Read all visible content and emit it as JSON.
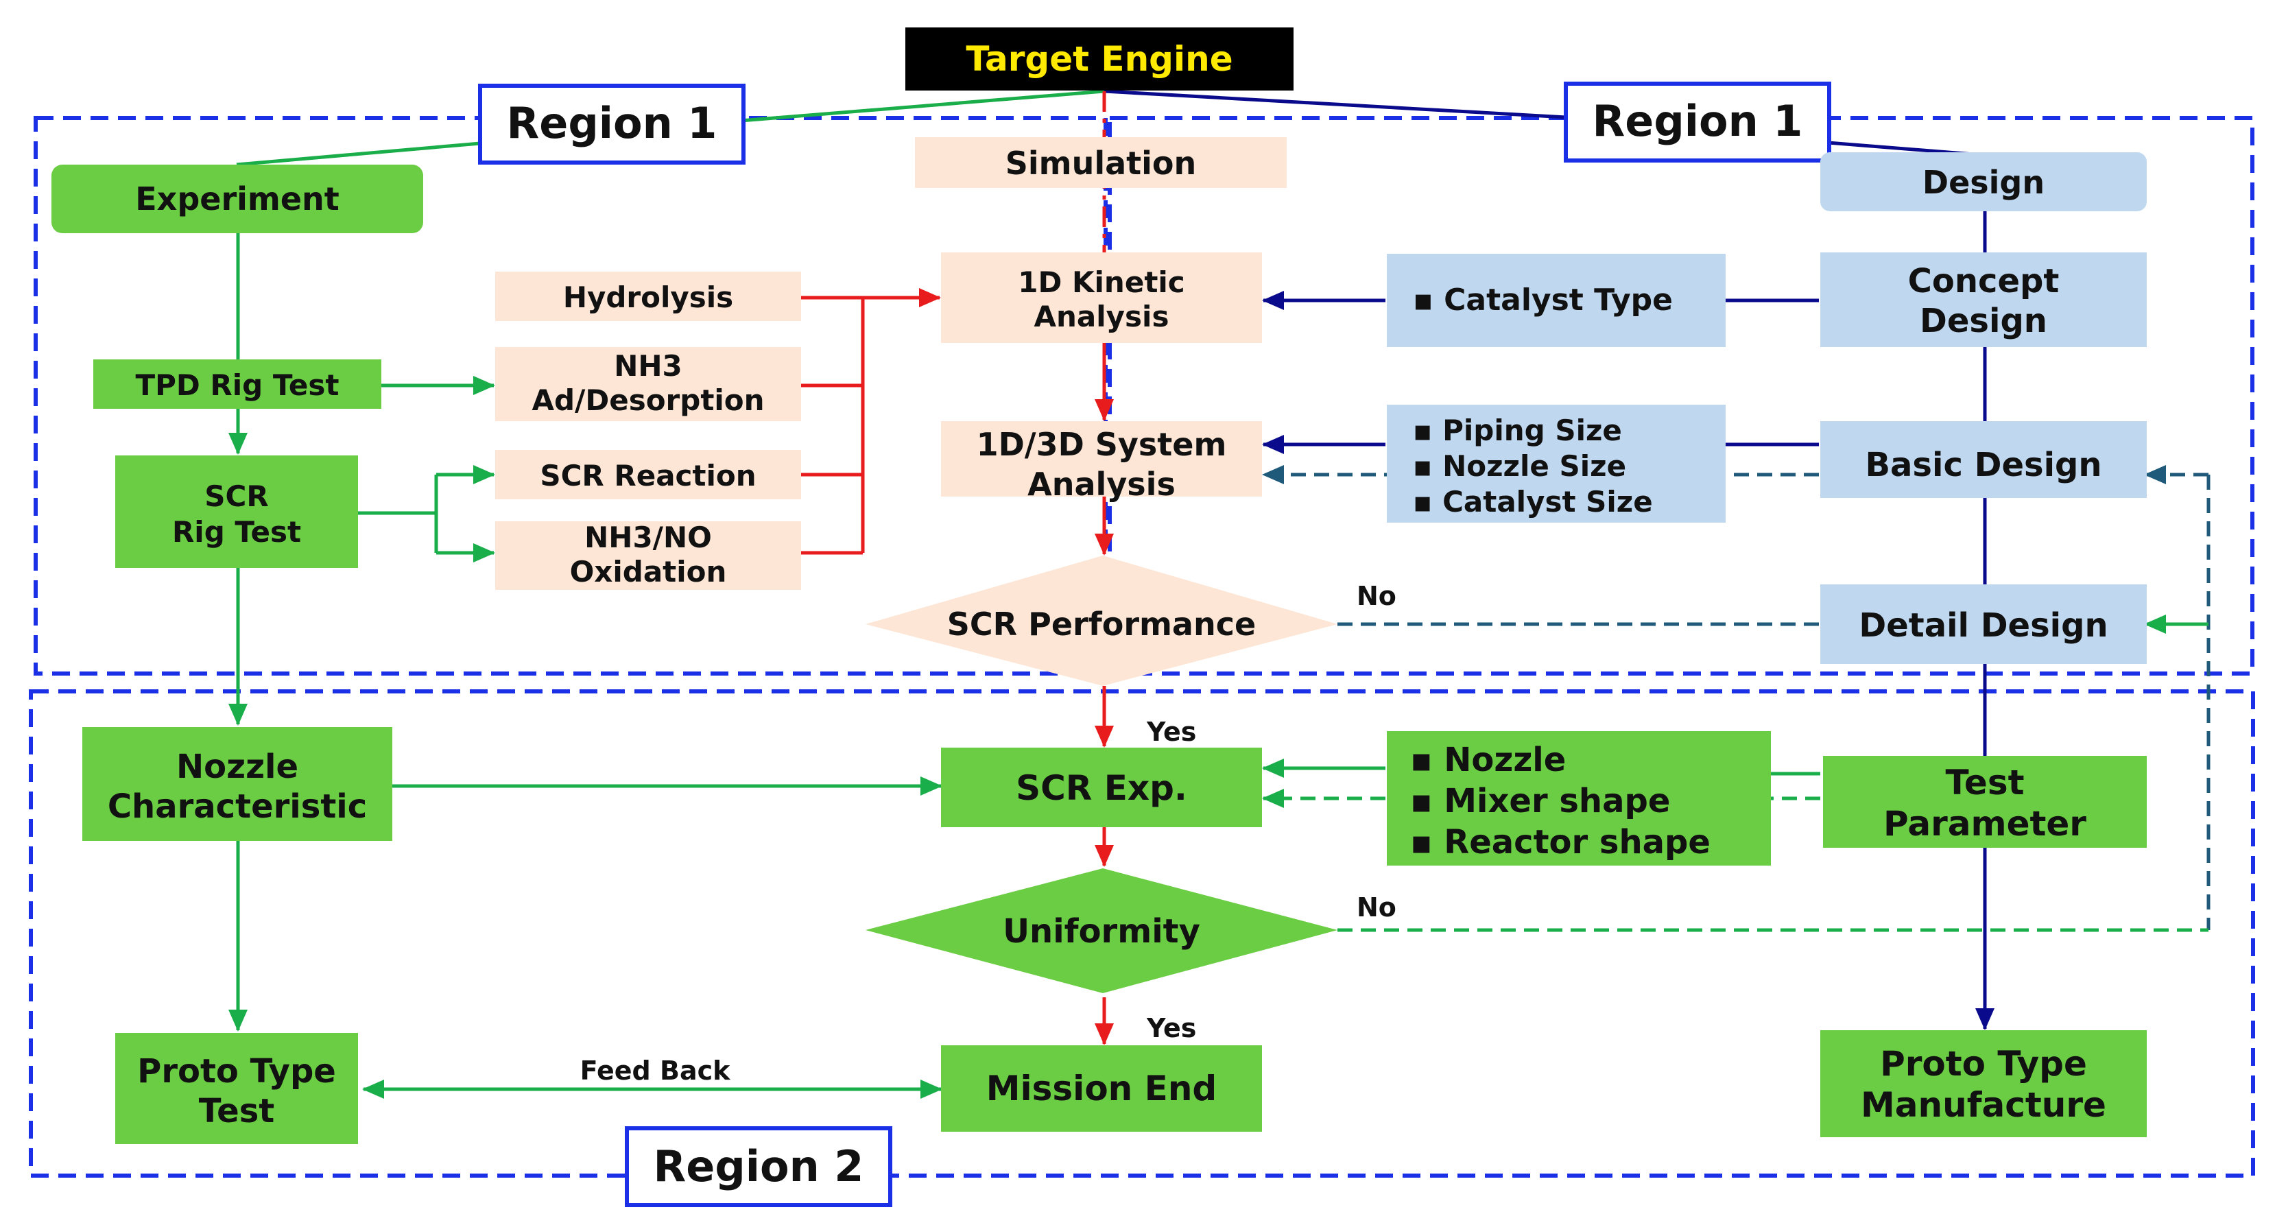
{
  "title": "Target Engine",
  "region_labels": {
    "top_left": "Region 1",
    "top_right": "Region 1",
    "bottom": "Region 2"
  },
  "experiment": {
    "header": "Experiment",
    "tpd_rig_test": "TPD Rig Test",
    "scr_rig_test": [
      "SCR",
      "Rig Test"
    ],
    "nozzle_characteristic": [
      "Nozzle",
      "Characteristic"
    ],
    "proto_type_test": [
      "Proto Type",
      "Test"
    ],
    "feed_back": "Feed Back"
  },
  "reactions": {
    "hydrolysis": "Hydrolysis",
    "nh3_ad_desorption": [
      "NH3",
      "Ad/Desorption"
    ],
    "scr_reaction": "SCR Reaction",
    "nh3_no_oxidation": [
      "NH3/NO",
      "Oxidation"
    ]
  },
  "simulation": {
    "header": "Simulation",
    "kinetic": [
      "1D Kinetic",
      "Analysis"
    ],
    "system": [
      "1D/3D System",
      "Analysis"
    ],
    "scr_performance": "SCR Performance",
    "scr_exp": "SCR Exp.",
    "uniformity": "Uniformity",
    "mission_end": "Mission End"
  },
  "decisions": {
    "no_1": "No",
    "yes_1": "Yes",
    "no_2": "No",
    "yes_2": "Yes"
  },
  "parameters": {
    "catalyst_type": "▪ Catalyst Type",
    "sizes": [
      "▪ Piping Size",
      "▪ Nozzle Size",
      "▪ Catalyst Size"
    ],
    "shapes": [
      "▪ Nozzle",
      "▪ Mixer shape",
      "▪ Reactor shape"
    ]
  },
  "design": {
    "header": "Design",
    "concept": [
      "Concept",
      "Design"
    ],
    "basic": "Basic Design",
    "detail": "Detail Design",
    "test_parameter": [
      "Test",
      "Parameter"
    ],
    "proto_type_manufacture": [
      "Proto Type",
      "Manufacture"
    ]
  },
  "colors": {
    "green": "#6acd43",
    "green_line": "#1aae4a",
    "peach": "#fde6d5",
    "light_blue": "#bfd8f0",
    "navy": "#0a0a8c",
    "region_border": "#1a2fe6",
    "red": "#e81c1c",
    "title_bg": "#000000",
    "title_text": "#ffea00",
    "dark_dash": "#1f5a7a"
  }
}
